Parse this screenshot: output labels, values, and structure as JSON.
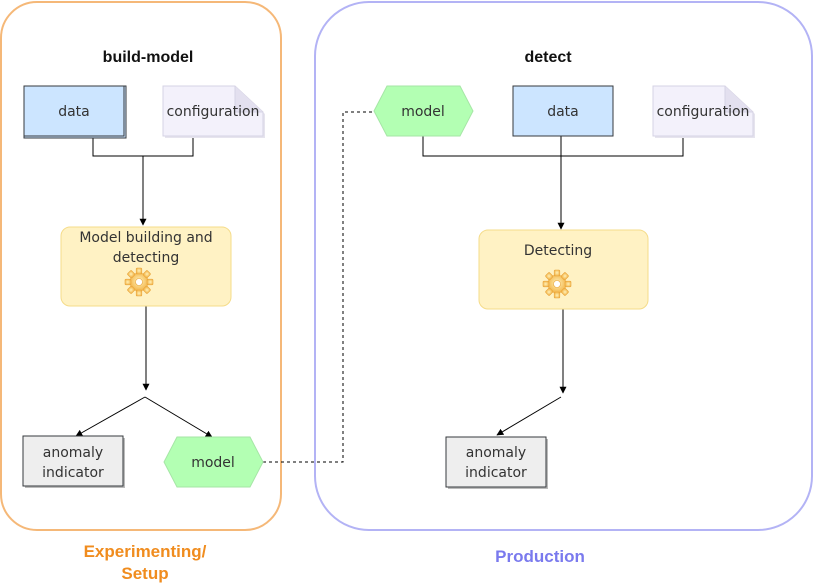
{
  "colors": {
    "setup_border": "#f5b878",
    "production_border": "#b3b3f5",
    "setup_caption": "#f08c1e",
    "production_caption": "#7a7aee",
    "data_fill": "#cce5ff",
    "model_fill": "#b3ffb3",
    "process_fill": "#fff2c4",
    "output_fill": "#eeeeee",
    "note_fill": "#f3f1fb"
  },
  "setup": {
    "caption_line1": "Experimenting/",
    "caption_line2": "Setup",
    "title": "build-model",
    "data": "data",
    "configuration": "configuration",
    "process_line1": "Model building and",
    "process_line2": "detecting",
    "output_line1": "anomaly",
    "output_line2": "indicator",
    "model": "model"
  },
  "production": {
    "caption": "Production",
    "title": "detect",
    "model": "model",
    "data": "data",
    "configuration": "configuration",
    "process": "Detecting",
    "output_line1": "anomaly",
    "output_line2": "indicator"
  }
}
